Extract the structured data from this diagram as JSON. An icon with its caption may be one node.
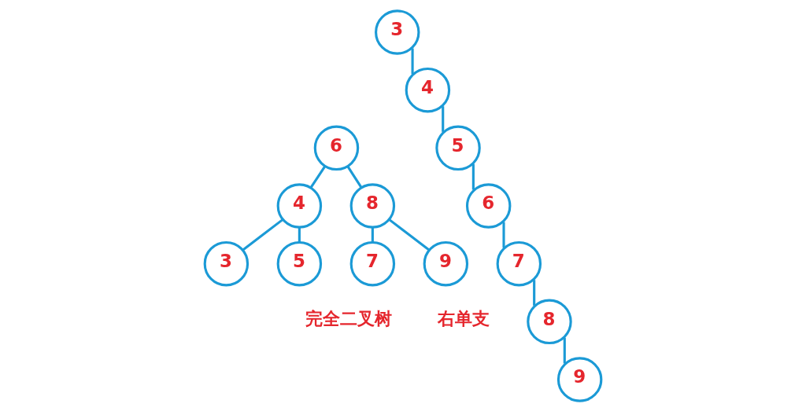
{
  "diagram": {
    "nodes": [
      {
        "text": [
          "6"
        ]
      },
      {
        "text": [
          "4"
        ]
      },
      {
        "text": [
          "8"
        ]
      },
      {
        "text": [
          "3"
        ]
      },
      {
        "text": [
          "5"
        ]
      },
      {
        "text": [
          "7"
        ]
      },
      {
        "text": [
          "9"
        ]
      },
      {
        "text": [
          "3"
        ]
      },
      {
        "text": [
          "4"
        ]
      },
      {
        "text": [
          "5"
        ]
      },
      {
        "text": [
          "6"
        ]
      },
      {
        "text": [
          "7"
        ]
      },
      {
        "text": [
          "8"
        ]
      },
      {
        "text": [
          "9"
        ]
      }
    ],
    "edges": [
      {
        "from": 0,
        "to": 1,
        "arrow": "none"
      },
      {
        "from": 0,
        "to": 2,
        "arrow": "none"
      },
      {
        "from": 1,
        "to": 3,
        "arrow": "none"
      },
      {
        "from": 1,
        "to": 4,
        "arrow": "none"
      },
      {
        "from": 2,
        "to": 5,
        "arrow": "none"
      },
      {
        "from": 2,
        "to": 6,
        "arrow": "none"
      },
      {
        "from": 7,
        "to": 8,
        "arrow": "none"
      },
      {
        "from": 8,
        "to": 9,
        "arrow": "none"
      },
      {
        "from": 9,
        "to": 10,
        "arrow": "none"
      },
      {
        "from": 10,
        "to": 11,
        "arrow": "none"
      },
      {
        "from": 11,
        "to": 12,
        "arrow": "none"
      },
      {
        "from": 12,
        "to": 13,
        "arrow": "none"
      }
    ],
    "labels": [
      "完全二叉树",
      "右单支"
    ]
  }
}
